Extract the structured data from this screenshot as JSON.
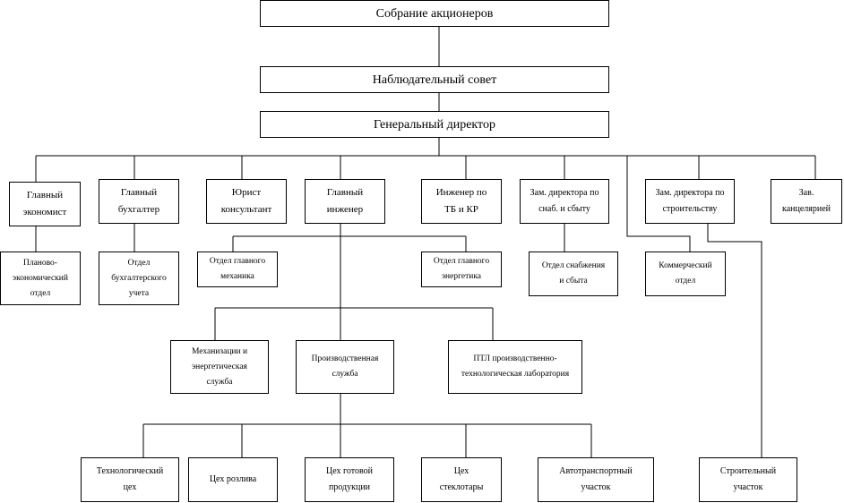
{
  "nodes": [
    {
      "id": "shareholders",
      "label": "Собрание акционеров"
    },
    {
      "id": "supervisory-board",
      "label": "Наблюдательный совет"
    },
    {
      "id": "general-director",
      "label": "Генеральный директор"
    },
    {
      "id": "chief-economist",
      "label": "Главный\nэкономист"
    },
    {
      "id": "chief-accountant",
      "label": "Главный\nбухгалтер"
    },
    {
      "id": "legal-counsel",
      "label": "Юрист\nконсультант"
    },
    {
      "id": "chief-engineer",
      "label": "Главный\nинженер"
    },
    {
      "id": "safety-engineer",
      "label": "Инженер по\nТБ и КР"
    },
    {
      "id": "deputy-supply",
      "label": "Зам. директора по\nснаб. и сбыту"
    },
    {
      "id": "deputy-construction",
      "label": "Зам. директора по\nстроительству"
    },
    {
      "id": "head-office",
      "label": "Зав.\nканцелярией"
    },
    {
      "id": "planning-dept",
      "label": "Планово-\nэкономический\nотдел"
    },
    {
      "id": "accounting-dept",
      "label": "Отдел\nбухгалтерского\nучета"
    },
    {
      "id": "chief-mechanic",
      "label": "Отдел главного\nмеханика"
    },
    {
      "id": "chief-power",
      "label": "Отдел главного\nэнергетика"
    },
    {
      "id": "supply-dept",
      "label": "Отдел снабжения\nи сбыта"
    },
    {
      "id": "commercial-dept",
      "label": "Коммерческий\nотдел"
    },
    {
      "id": "mech-service",
      "label": "Механизации и\nэнергетическая\nслужба"
    },
    {
      "id": "production-service",
      "label": "Производственная\nслужба"
    },
    {
      "id": "lab",
      "label": "ПТЛ производственно-\nтехнологическая лаборатория"
    },
    {
      "id": "tech-shop",
      "label": "Технологический\nцех"
    },
    {
      "id": "bottling-shop",
      "label": "Цех розлива"
    },
    {
      "id": "finished-goods-shop",
      "label": "Цех готовой\nпродукции"
    },
    {
      "id": "glass-shop",
      "label": "Цех\nстеклотары"
    },
    {
      "id": "transport-site",
      "label": "Автотранспортный\nучасток"
    },
    {
      "id": "construction-site",
      "label": "Строительный\nучасток"
    }
  ]
}
